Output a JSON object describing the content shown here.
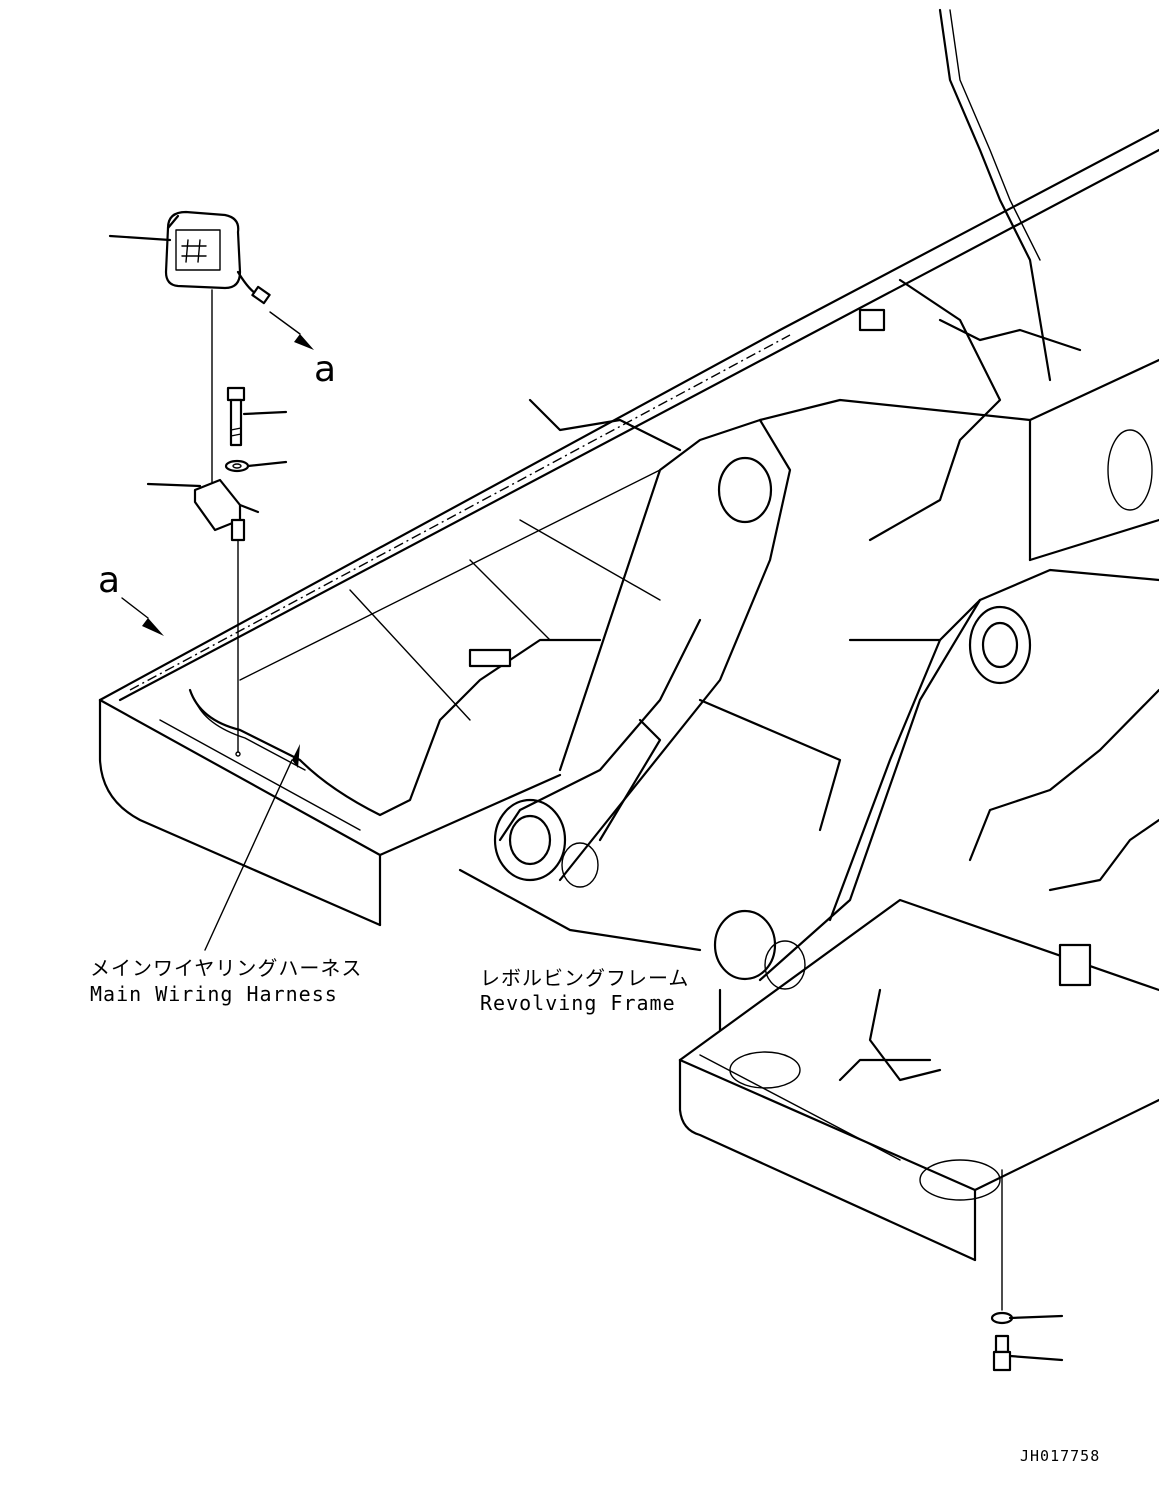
{
  "labels": {
    "harness_jp": "メインワイヤリングハーネス",
    "harness_en": "Main Wiring Harness",
    "frame_jp": "レボルビングフレーム",
    "frame_en": "Revolving Frame",
    "ref_a_top": "a",
    "ref_a_left": "a",
    "drawing_code": "JH017758"
  },
  "colors": {
    "line": "#000000",
    "background": "#ffffff"
  }
}
